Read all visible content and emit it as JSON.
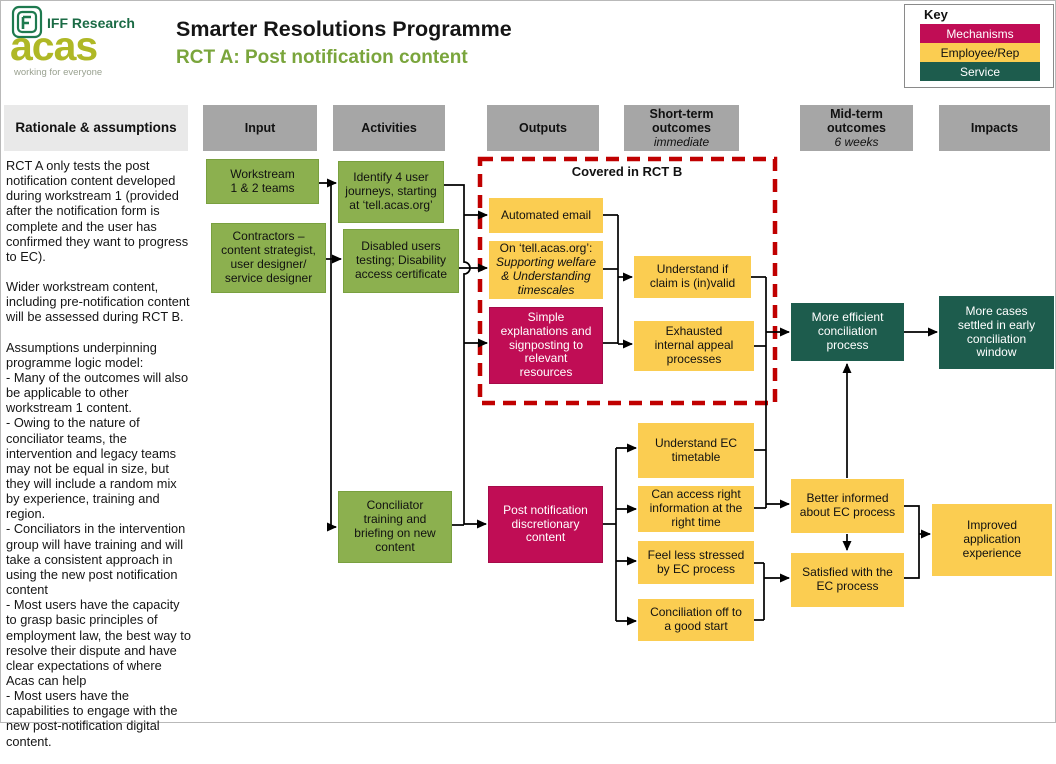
{
  "header": {
    "logo_iff": "IFF Research",
    "logo_acas": "acas",
    "logo_tagline": "working for everyone",
    "title": "Smarter Resolutions Programme",
    "subtitle": "RCT A: Post notification content",
    "key": {
      "label": "Key",
      "items": [
        {
          "label": "Mechanisms",
          "color": "#c00d55",
          "text_color": "#ffffff"
        },
        {
          "label": "Employee/Rep",
          "color": "#fbcd51",
          "text_color": "#111111"
        },
        {
          "label": "Service",
          "color": "#1d5c4d",
          "text_color": "#ffffff"
        }
      ]
    }
  },
  "columns": {
    "rationale": "Rationale & assumptions",
    "input": "Input",
    "activities": "Activities",
    "outputs": "Outputs",
    "short_term": "Short-term\noutcomes",
    "short_term_note": "immediate",
    "mid_term": "Mid-term\noutcomes",
    "mid_term_note": "6 weeks",
    "impacts": "Impacts"
  },
  "rationale_text": {
    "p1": "RCT A only tests the post notification content developed during workstream 1 (provided after the notification form is complete and the user has confirmed they want to progress to EC).",
    "p2": "Wider workstream content, including pre-notification content will be assessed during RCT B.",
    "p3": "Assumptions underpinning programme logic model:\n- Many of the outcomes will also be applicable to other workstream 1 content.\n- Owing to the nature of conciliator teams, the intervention and legacy teams may not be equal in size, but they will include a random mix by experience, training and region.\n- Conciliators in the intervention group will have training and will take a consistent approach in using the new post notification content\n- Most users have the capacity to grasp basic principles of employment law, the best way to resolve their dispute and have clear expectations of where Acas can help\n- Most users have the capabilities to engage with the new post-notification digital content."
  },
  "covered_label": "Covered in RCT B",
  "nodes": {
    "workstream": {
      "text": "Workstream\n1 & 2 teams"
    },
    "contractors": {
      "text": "Contractors –\ncontent strategist,\nuser designer/\nservice designer"
    },
    "identify": {
      "text": "Identify 4 user\njourneys, starting\nat ‘tell.acas.org’"
    },
    "disabled": {
      "text": "Disabled users\ntesting; Disability\naccess certificate"
    },
    "conciliator": {
      "text": "Conciliator\ntraining and\nbriefing on new\ncontent"
    },
    "automated": {
      "text": "Automated email"
    },
    "ontell": {
      "intro": "On ‘tell.acas.org’:",
      "italic": "Supporting welfare\n& Understanding\ntimescales"
    },
    "simple": {
      "text": "Simple\nexplanations and\nsignposting to\nrelevant\nresources"
    },
    "postnotif": {
      "text": "Post notification\ndiscretionary\ncontent"
    },
    "uclaim": {
      "text": "Understand if\nclaim is (in)valid"
    },
    "exhausted": {
      "text": "Exhausted\ninternal appeal\nprocesses"
    },
    "uec": {
      "text": "Understand EC\ntimetable"
    },
    "canaccess": {
      "text": "Can access right\ninformation at the\nright time"
    },
    "feelless": {
      "text": "Feel less stressed\nby EC process"
    },
    "concstart": {
      "text": "Conciliation off to\na good start"
    },
    "moreeff": {
      "text": "More efficient\nconciliation\nprocess"
    },
    "betterinf": {
      "text": "Better informed\nabout EC process"
    },
    "satisfied": {
      "text": "Satisfied with the\nEC process"
    },
    "morecases": {
      "text": "More cases\nsettled in early\nconciliation\nwindow"
    },
    "improved": {
      "text": "Improved\napplication\nexperience"
    }
  }
}
